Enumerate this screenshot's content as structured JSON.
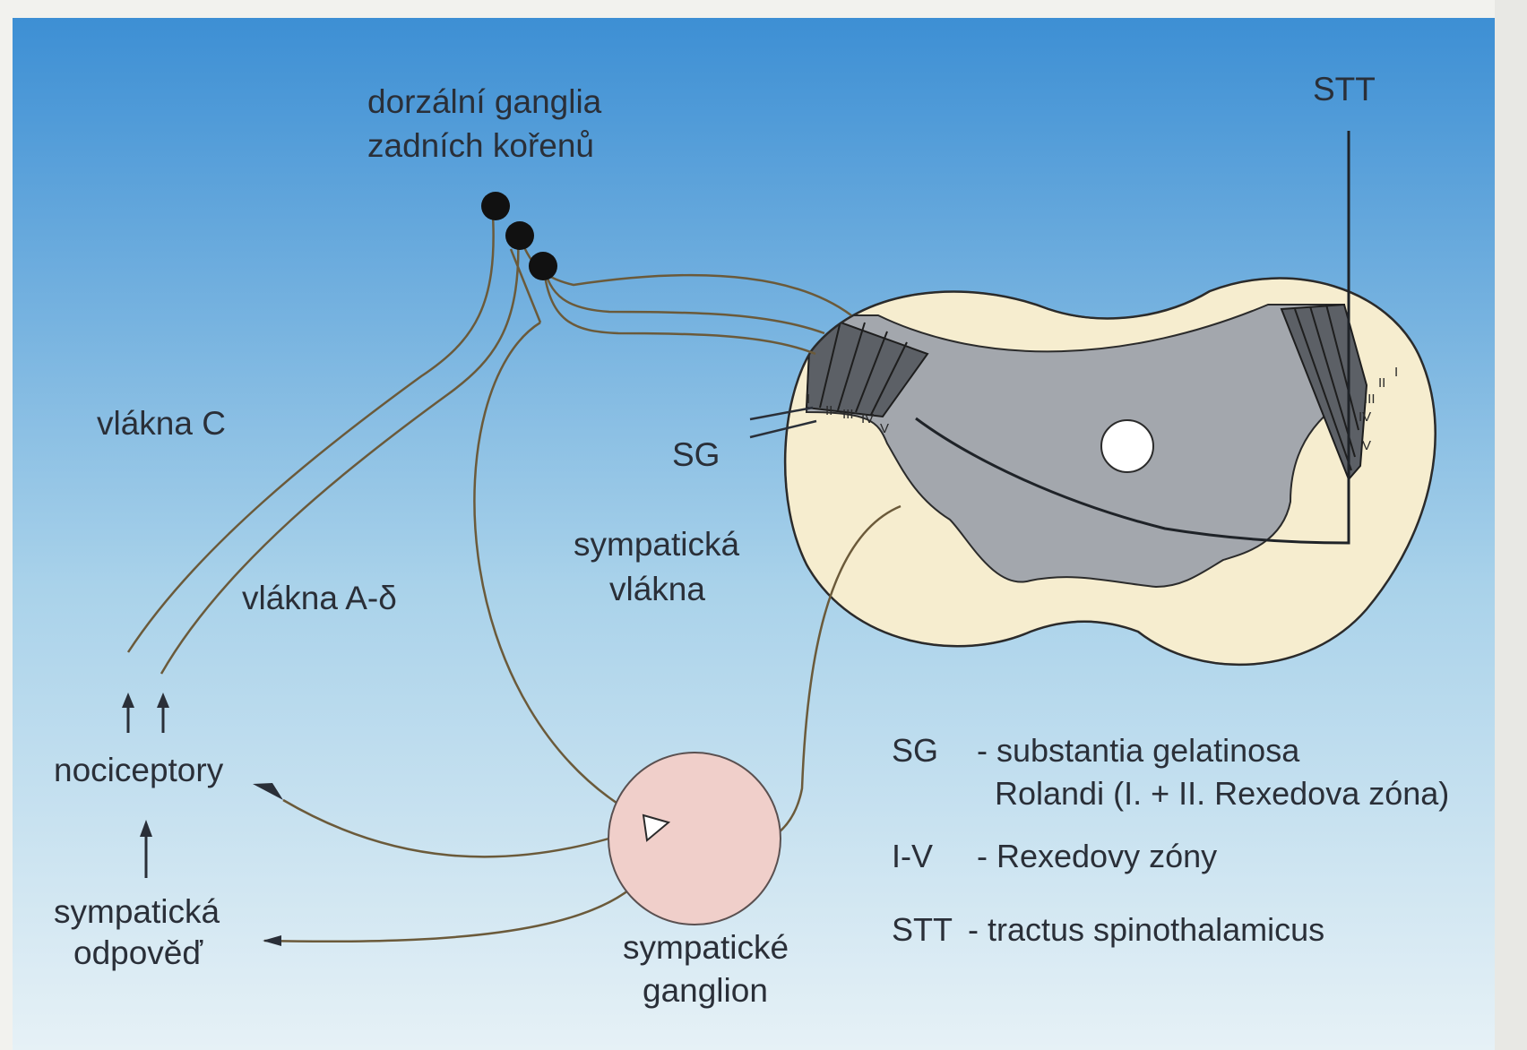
{
  "labels": {
    "ganglia_line1": "dorzální ganglia",
    "ganglia_line2": "zadních kořenů",
    "stt": "STT",
    "fibers_c": "vlákna C",
    "fibers_ad": "vlákna A-δ",
    "sg": "SG",
    "symp_fibers_line1": "sympatická",
    "symp_fibers_line2": "vlákna",
    "nociceptors": "nociceptory",
    "symp_response_line1": "sympatická",
    "symp_response_line2": "odpověď",
    "symp_ganglion_line1": "sympatické",
    "symp_ganglion_line2": "ganglion"
  },
  "rexed_roman": {
    "left": [
      "I",
      "II",
      "III",
      "IV",
      "V"
    ],
    "right": [
      "I",
      "II",
      "III",
      "IV",
      "V"
    ]
  },
  "legend": [
    {
      "abbr": "SG",
      "text_line1": "- substantia gelatinosa",
      "text_line2": "Rolandi (I. + II. Rexedova zóna)"
    },
    {
      "abbr": "I-V",
      "text_line1": "- Rexedovy zóny"
    },
    {
      "abbr": "STT",
      "text_line1": "- tractus spinothalamicus"
    }
  ],
  "colors": {
    "background_top": "#3d8fd4",
    "background_bottom": "#e6f1f6",
    "white_matter": "#f6edcf",
    "grey_matter": "#a3a7ad",
    "laminae_dark": "#5c6066",
    "ganglion_fill": "#f0cfca",
    "fiber": "#6b5a3a",
    "neuron": "#111111"
  }
}
